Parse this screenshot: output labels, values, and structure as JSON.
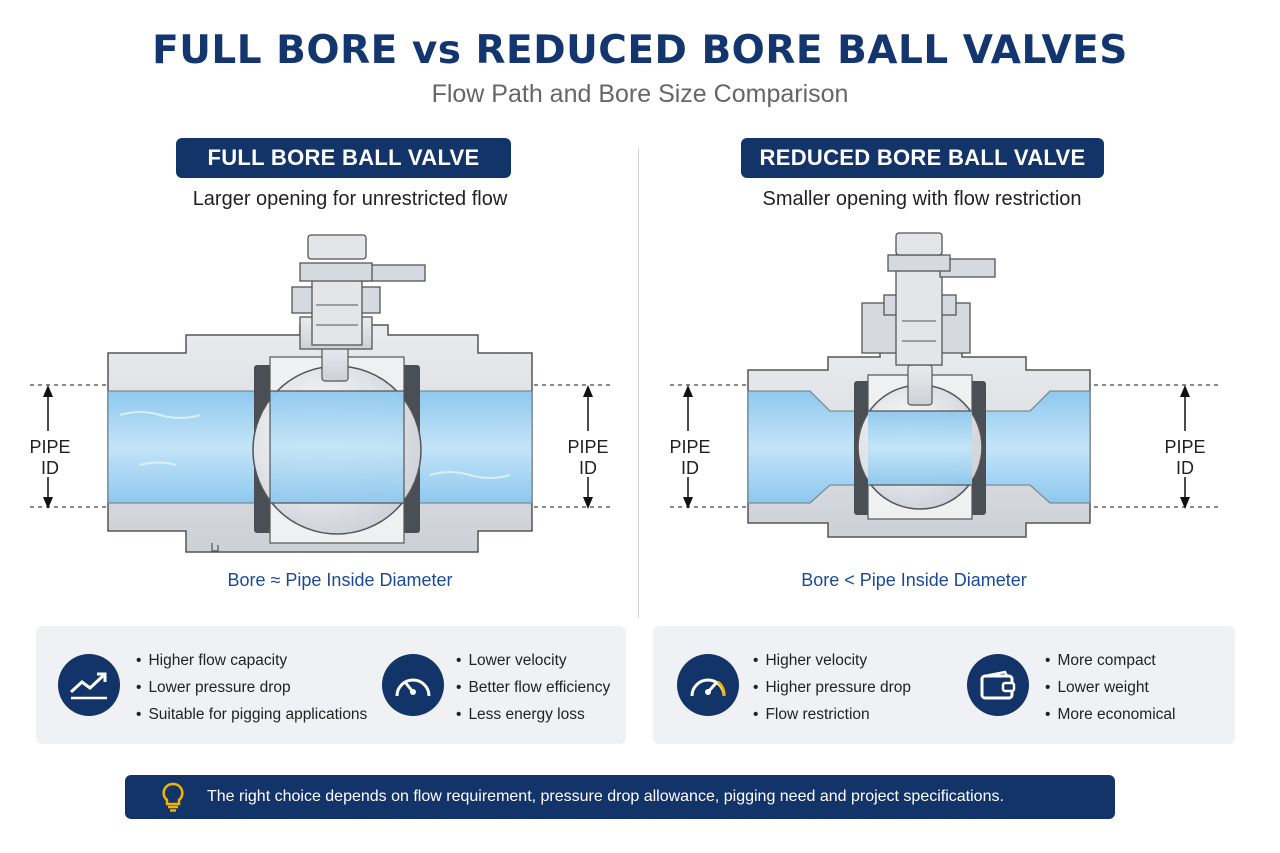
{
  "title": "FULL BORE vs REDUCED BORE BALL VALVES",
  "subtitle": "Flow Path and Bore Size Comparison",
  "colors": {
    "navy": "#123469",
    "water": "#a8d5f2",
    "steel": "#dadde2",
    "accent": "#f2b300"
  },
  "full": {
    "heading": "FULL BORE BALL VALVE",
    "description": "Larger opening for unrestricted flow",
    "pipe_id_line1": "PIPE",
    "pipe_id_line2": "ID",
    "bore_caption": "Bore ≈ Pipe Inside Diameter",
    "group1": {
      "icon": "trending-up-icon",
      "items": [
        "Higher flow capacity",
        "Lower pressure drop",
        "Suitable for pigging applications"
      ]
    },
    "group2": {
      "icon": "gauge-low-icon",
      "items": [
        "Lower velocity",
        "Better flow efficiency",
        "Less energy loss"
      ]
    }
  },
  "reduced": {
    "heading": "REDUCED BORE BALL VALVE",
    "description": "Smaller opening with flow restriction",
    "pipe_id_line1": "PIPE",
    "pipe_id_line2": "ID",
    "bore_caption": "Bore < Pipe Inside Diameter",
    "group1": {
      "icon": "gauge-high-icon",
      "items": [
        "Higher velocity",
        "Higher pressure drop",
        "Flow restriction"
      ]
    },
    "group2": {
      "icon": "wallet-icon",
      "items": [
        "More compact",
        "Lower weight",
        "More economical"
      ]
    }
  },
  "footer": {
    "icon": "lightbulb-icon",
    "text": "The right choice depends on flow requirement, pressure drop allowance, pigging need and project specifications."
  }
}
